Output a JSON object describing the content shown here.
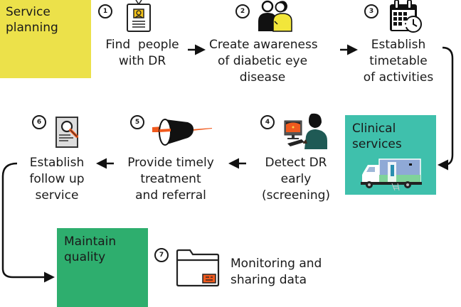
{
  "title": "Diabetic retinopathy service pathway",
  "colors": {
    "service_planning": "#ece14a",
    "clinical_services": "#3fc0ac",
    "maintain_quality": "#2eae6e",
    "accent_orange": "#f05a1e",
    "ink": "#1a1a1a"
  },
  "categories": {
    "service_planning": {
      "label_line1": "Service",
      "label_line2": "planning"
    },
    "clinical_services": {
      "label_line1": "Clinical",
      "label_line2": "services",
      "icon": "mobile-clinic-truck-icon"
    },
    "maintain_quality": {
      "label_line1": "Maintain",
      "label_line2": "quality"
    }
  },
  "steps": [
    {
      "number": "1",
      "icon": "id-badge-icon",
      "lines": [
        "Find  people",
        "with DR"
      ]
    },
    {
      "number": "2",
      "icon": "people-icon",
      "lines": [
        "Create awareness",
        "of diabetic eye",
        "disease"
      ]
    },
    {
      "number": "3",
      "icon": "calendar-clock-icon",
      "lines": [
        "Establish",
        "timetable",
        "of activities"
      ]
    },
    {
      "number": "4",
      "icon": "screening-computer-icon",
      "lines": [
        "Detect DR",
        "early",
        "(screening)"
      ]
    },
    {
      "number": "5",
      "icon": "laser-treatment-icon",
      "lines": [
        "Provide timely",
        "treatment",
        "and referral"
      ]
    },
    {
      "number": "6",
      "icon": "document-search-icon",
      "lines": [
        "Establish",
        "follow up",
        "service"
      ]
    },
    {
      "number": "7",
      "icon": "data-folder-icon",
      "lines": [
        "Monitoring and",
        "sharing data"
      ]
    }
  ]
}
